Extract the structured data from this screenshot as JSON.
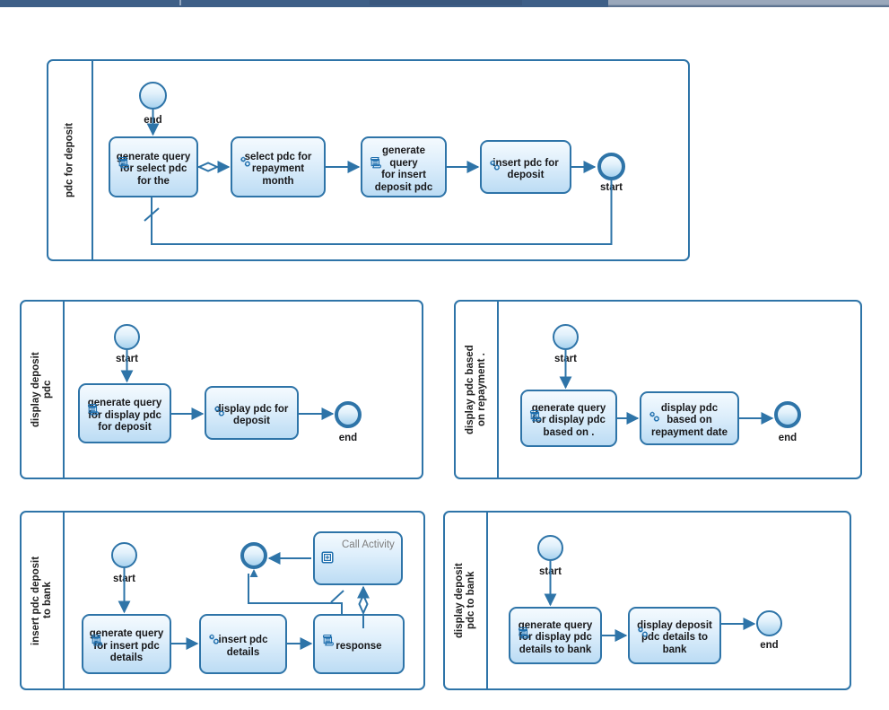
{
  "window": {
    "topbar_colors": [
      "#3e5f87",
      "#93a7c0",
      "#3a587e",
      "#8a9bb0"
    ]
  },
  "theme": {
    "border": "#2e74a8",
    "task_fill_top": "#f4fafe",
    "task_fill_bottom": "#bcdcf4",
    "text": "#18181a",
    "muted_text": "#7d7d7d"
  },
  "diagram": {
    "type": "bpmn",
    "pools": [
      {
        "id": "pool-pdc-for-deposit",
        "label": "pdc for deposit",
        "events": [
          {
            "id": "p1-end",
            "label": "end",
            "style": "thin"
          },
          {
            "id": "p1-start",
            "label": "start",
            "style": "thick"
          }
        ],
        "tasks": [
          {
            "id": "p1-t1",
            "label": "generate query\nfor select pdc\nfor the",
            "icon": "script-task-icon"
          },
          {
            "id": "p1-t2",
            "label": "select pdc for\nrepayment\nmonth",
            "icon": "service-task-icon"
          },
          {
            "id": "p1-t3",
            "label": "generate query\nfor insert\ndeposit pdc",
            "icon": "script-task-icon"
          },
          {
            "id": "p1-t4",
            "label": "insert pdc for\ndeposit",
            "icon": "service-task-icon"
          }
        ],
        "gateways": [
          {
            "id": "p1-gw1",
            "type": "exclusive-gateway"
          }
        ]
      },
      {
        "id": "pool-display-deposit-pdc",
        "label": "display deposit\npdc",
        "events": [
          {
            "id": "p2-start",
            "label": "start",
            "style": "thin"
          },
          {
            "id": "p2-end",
            "label": "end",
            "style": "thick"
          }
        ],
        "tasks": [
          {
            "id": "p2-t1",
            "label": "generate query\nfor display pdc\nfor deposit",
            "icon": "script-task-icon"
          },
          {
            "id": "p2-t2",
            "label": "display pdc for\ndeposit",
            "icon": "service-task-icon"
          }
        ],
        "gateways": []
      },
      {
        "id": "pool-display-pdc-based-on-repayment",
        "label": "display pdc based\non repayment .",
        "events": [
          {
            "id": "p3-start",
            "label": "start",
            "style": "thin"
          },
          {
            "id": "p3-end",
            "label": "end",
            "style": "thick"
          }
        ],
        "tasks": [
          {
            "id": "p3-t1",
            "label": "generate query\nfor display pdc\nbased on .",
            "icon": "script-task-icon"
          },
          {
            "id": "p3-t2",
            "label": "display pdc\nbased on\nrepayment date",
            "icon": "service-task-icon"
          }
        ],
        "gateways": []
      },
      {
        "id": "pool-insert-pdc-deposit-to-bank",
        "label": "insert pdc deposit\nto bank",
        "events": [
          {
            "id": "p4-start",
            "label": "start",
            "style": "thin"
          },
          {
            "id": "p4-end",
            "label": "",
            "style": "thick"
          }
        ],
        "tasks": [
          {
            "id": "p4-t1",
            "label": "generate query\nfor insert pdc\ndetails",
            "icon": "script-task-icon"
          },
          {
            "id": "p4-t2",
            "label": "insert pdc\ndetails",
            "icon": "service-task-icon"
          },
          {
            "id": "p4-t3",
            "label": "response",
            "icon": "script-task-icon"
          },
          {
            "id": "p4-call",
            "label": "Call Activity",
            "icon": "call-activity-icon"
          }
        ],
        "gateways": [
          {
            "id": "p4-gw1",
            "type": "exclusive-gateway"
          }
        ]
      },
      {
        "id": "pool-display-deposit-pdc-to-bank",
        "label": "display deposit\npdc to bank",
        "events": [
          {
            "id": "p5-start",
            "label": "start",
            "style": "thin"
          },
          {
            "id": "p5-end",
            "label": "end",
            "style": "thin"
          }
        ],
        "tasks": [
          {
            "id": "p5-t1",
            "label": "generate query\nfor display pdc\ndetails to bank",
            "icon": "script-task-icon"
          },
          {
            "id": "p5-t2",
            "label": "display deposit\npdc details to\nbank",
            "icon": "service-task-icon"
          }
        ],
        "gateways": []
      }
    ]
  }
}
